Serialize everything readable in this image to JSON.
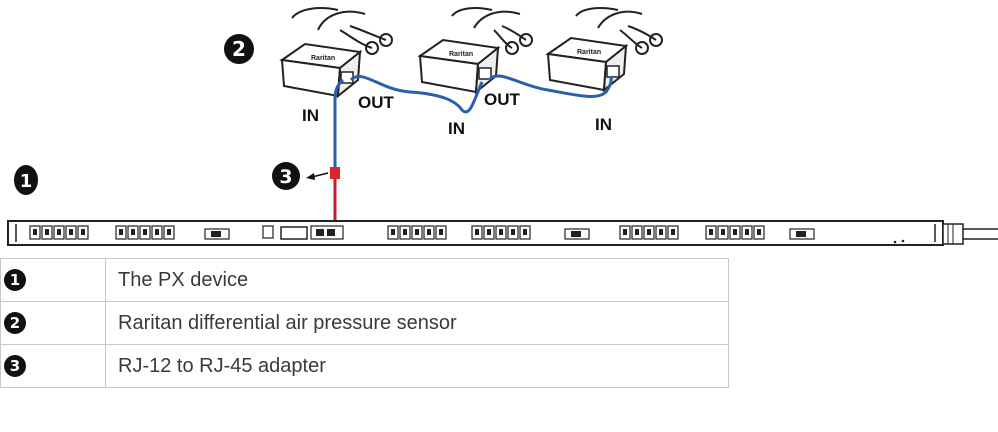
{
  "callouts": [
    "1",
    "2",
    "3"
  ],
  "port_labels": {
    "in": "IN",
    "out": "OUT"
  },
  "sensor_brand": "Raritan",
  "legend": [
    {
      "number": "1",
      "description": "The PX device"
    },
    {
      "number": "2",
      "description": "Raritan differential air pressure sensor"
    },
    {
      "number": "3",
      "description": "RJ-12 to RJ-45 adapter"
    }
  ],
  "colors": {
    "cable": "#2a5fae",
    "adapter": "#d9232e",
    "adapter_cable": "#c0202a",
    "badge": "#111111"
  }
}
